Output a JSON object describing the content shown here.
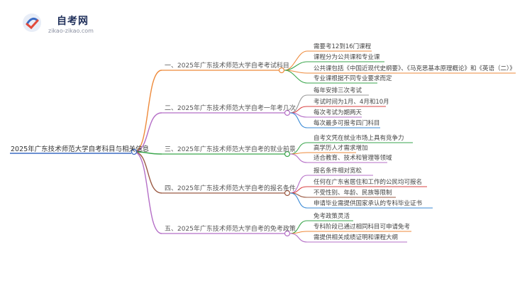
{
  "logo": {
    "title": "自考网",
    "url": "zikao-zikao.com"
  },
  "root": "2025年广东技术师范大学自考科目与相关信息",
  "branches": [
    {
      "label": "一、2025年广东技术师范大学自考考试科目",
      "color": "#ee8a3b",
      "leaves": [
        "需要考12到16门课程",
        "课程分为公共课和专业课",
        "公共课包括《中国近现代史纲要》、《马克思基本原理概论》和《英语（二）》",
        "专业课根据不同专业要求而定"
      ]
    },
    {
      "label": "二、2025年广东技术师范大学自考一年考几次",
      "color": "#b56fc7",
      "leaves": [
        "每年安排三次考试",
        "考试时间为1月、4月和10月",
        "每次考试为期两天",
        "每次最多可报考四门科目"
      ]
    },
    {
      "label": "三、2025年广东技术师范大学自考的就业前景",
      "color": "#3aa64c",
      "leaves": [
        "自考文凭在就业市场上具有竞争力",
        "高学历人才需求增加",
        "适合教育、技术和管理等领域"
      ]
    },
    {
      "label": "四、2025年广东技术师范大学自考的报名条件",
      "color": "#9b5a43",
      "leaves": [
        "报名条件相对宽松",
        "任何在广东省居住和工作的公民均可报名",
        "不受性别、年龄、民族等限制",
        "申请毕业需提供国家承认的专科毕业证书"
      ]
    },
    {
      "label": "五、2025年广东技术师范大学自考的免考政策",
      "color": "#b56fc7",
      "leaves": [
        "免考政策灵活",
        "专科阶段已通过相同科目可申请免考",
        "需提供相关成绩证明和课程大纲"
      ]
    }
  ],
  "leaf_underline_colors": [
    [
      "#ee8a3b",
      "#3aa64c",
      "#ee8a3b",
      "#3aa64c"
    ],
    [
      "#999999",
      "#d94141",
      "#b56fc7",
      "#3a8ad6"
    ],
    [
      "#3aa64c",
      "#ee8a3b",
      "#b56fc7"
    ],
    [
      "#b56fc7",
      "#d94141",
      "#9b5a43",
      "#3a8ad6"
    ],
    [
      "#3aa64c",
      "#ee8a3b",
      "#b56fc7"
    ]
  ]
}
